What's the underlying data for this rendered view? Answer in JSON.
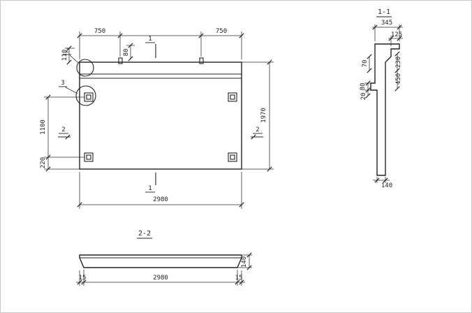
{
  "main_view": {
    "dim_top_left": "750",
    "dim_top_right": "750",
    "dim_corner": "110",
    "dim_loop": "80",
    "dim_left_upper": "1100",
    "dim_left_lower": "220",
    "dim_right": "1970",
    "dim_bottom": "2980",
    "section1_top": "1",
    "section1_bottom": "1",
    "section2_left": "2",
    "section2_right": "2",
    "detail2": "2",
    "detail3": "3"
  },
  "section11": {
    "title": "1-1",
    "dim_345": "345",
    "dim_125": "125",
    "dim_70": "70",
    "dim_230": "230",
    "dim_450": "450",
    "dim_80": "80",
    "dim_20": "20",
    "dim_140": "140"
  },
  "section22": {
    "title": "2-2",
    "dim_140": "140",
    "dim_15_left": "15",
    "dim_2980": "2980",
    "dim_15_right": "15"
  }
}
